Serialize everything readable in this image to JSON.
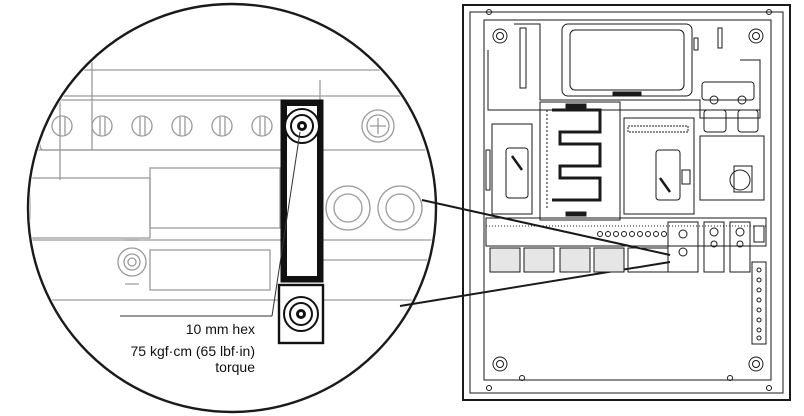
{
  "callout": {
    "size_label": "10 mm hex",
    "torque_value": "75 kgf·cm (65 lbf·in)",
    "torque_word": "torque"
  },
  "colors": {
    "line": "#1a1a1a",
    "light_line": "#9a9a9a",
    "bracket_fill": "#111111",
    "background": "#ffffff"
  }
}
